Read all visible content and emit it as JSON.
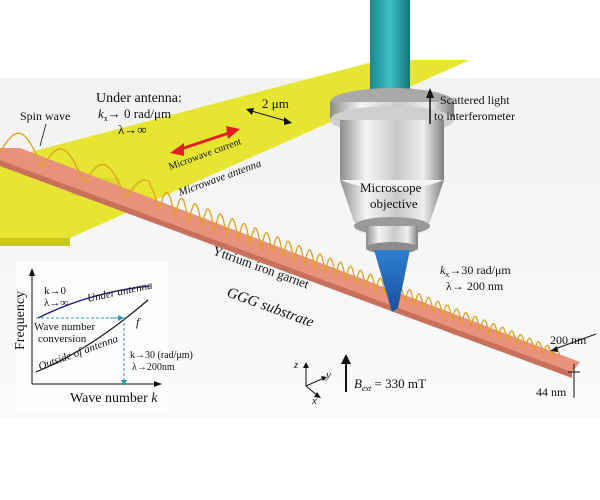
{
  "labels": {
    "spin_wave": "Spin wave",
    "under_antenna_title": "Under antenna:",
    "under_antenna_k": "k",
    "under_antenna_k_sub": "x",
    "under_antenna_k_val": "→ 0 rad/μm",
    "under_antenna_lambda": "λ→∞",
    "width": "2 μm",
    "scattered_1": "Scattered light",
    "scattered_2": "to interferometer",
    "microwave_current": "Microwave current",
    "microwave_antenna": "Microwave antenna",
    "objective_1": "Microscope",
    "objective_2": "objective",
    "yig": "Yttrium iron garnet",
    "ggg": "GGG substrate",
    "out_k": "k",
    "out_k_sub": "x",
    "out_k_val": "→30 rad/μm",
    "out_lambda": "λ→ 200 nm",
    "strip_width": "200 nm",
    "thickness": "44 nm",
    "field_b": "B",
    "field_sub": "ext",
    "field_val": " = 330 mT",
    "axis_z": "z",
    "axis_y": "y",
    "axis_x": "x"
  },
  "inset": {
    "ylabel": "Frequency",
    "xlabel_text": "Wave number ",
    "xlabel_k": "k",
    "k0": "k→0",
    "lambda_inf": "λ→∞",
    "under_antenna": "Under antenna",
    "conversion_1": "Wave number",
    "conversion_2": "conversion",
    "f_label": "f",
    "outside": "Outside of antenna",
    "k30": "k→30 (rad/μm)",
    "lambda200": "λ→200nm"
  },
  "colors": {
    "antenna": "#e6e632",
    "strip": "#e8927c",
    "wave": "#e0a020",
    "arrow_red": "#e02020",
    "beam": "#3a8fd8",
    "curve_under": "#1a1a7a",
    "dashed": "#2a9ab0"
  }
}
